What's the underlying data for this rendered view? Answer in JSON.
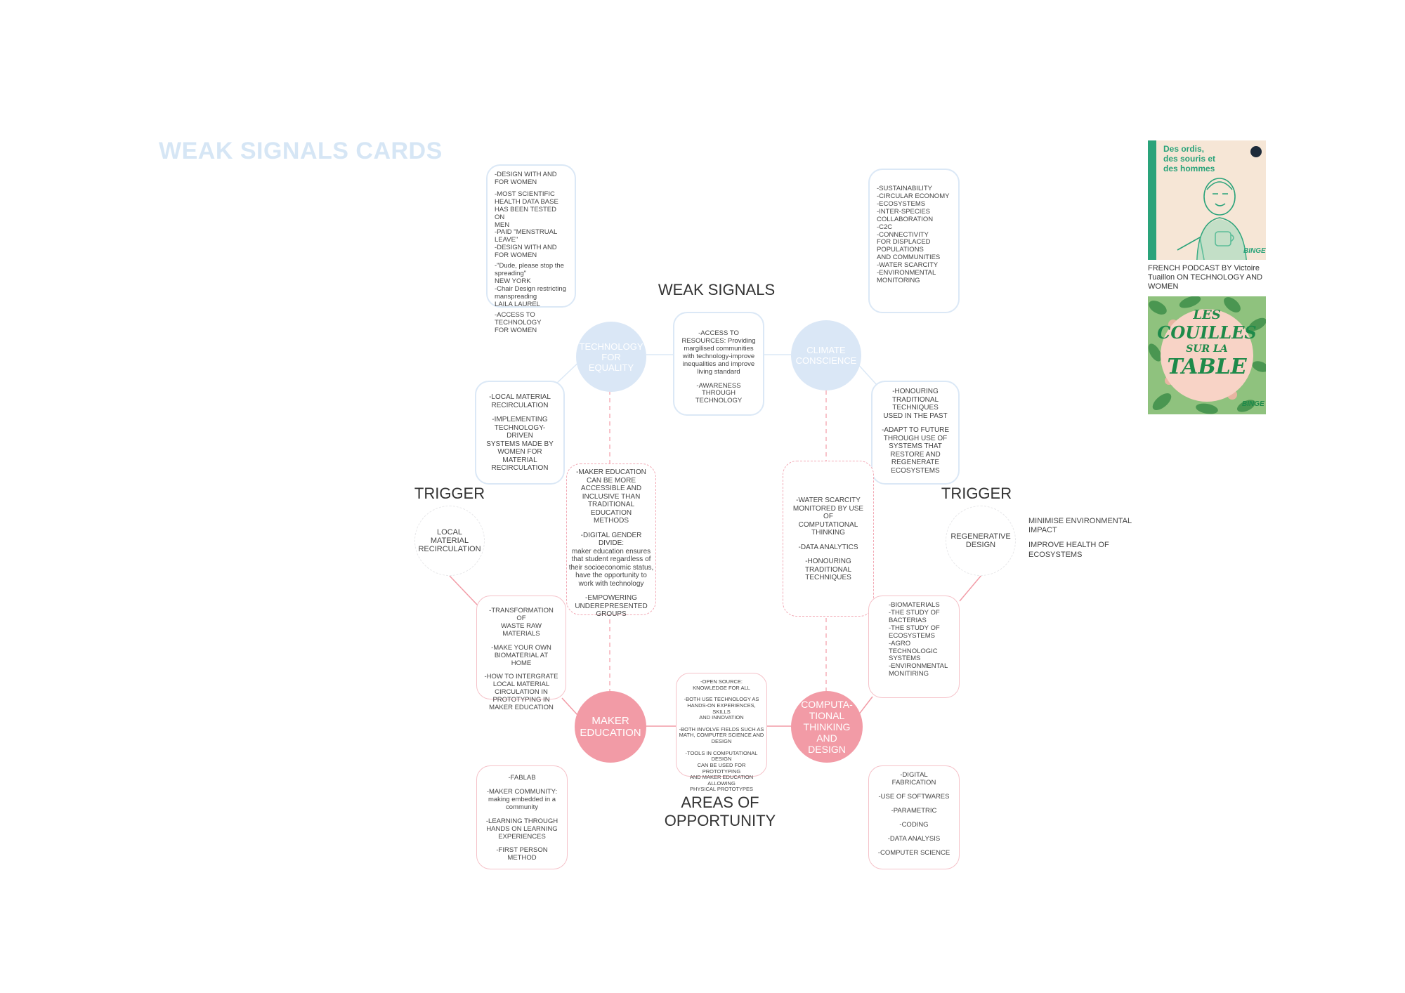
{
  "title": "WEAK SIGNALS CARDS",
  "labels": {
    "weak_signals": "WEAK SIGNALS",
    "trigger_left": "TRIGGER",
    "trigger_right": "TRIGGER",
    "areas_of_opportunity": "AREAS OF\nOPPORTUNITY"
  },
  "nodes": {
    "technology_for_equality": "TECHNOLOGY\nFOR EQUALITY",
    "climate_conscience": "CLIMATE\nCONSCIENCE",
    "maker_education": "MAKER\nEDUCATION",
    "computational_thinking": "COMPUTA-\nTIONAL\nTHINKING AND\nDESIGN",
    "trigger_local_material": "LOCAL MATERIAL\nRECIRCULATION",
    "trigger_regenerative": "REGENERATIVE\nDESIGN"
  },
  "cards": {
    "design_for_women": [
      "-DESIGN WITH AND\nFOR WOMEN",
      "-MOST SCIENTIFIC\nHEALTH DATA BASE\nHAS BEEN TESTED ON\nMEN\n-PAID \"MENSTRUAL LEAVE\"\n-DESIGN WITH AND\nFOR WOMEN",
      "-\"Dude, please stop the\nspreading\"\nNEW YORK\n-Chair Design restricting\nmanspreading\nLAILA LAUREL",
      "-ACCESS TO TECHNOLOGY\nFOR WOMEN"
    ],
    "sustainability": [
      "-SUSTAINABILITY\n-CIRCULAR ECONOMY\n-ECOSYSTEMS\n-INTER-SPECIES\nCOLLABORATION\n-C2C\n-CONNECTIVITY\nFOR DISPLACED\nPOPULATIONS\nAND COMMUNITIES\n-WATER SCARCITY\n-ENVIRONMENTAL\nMONITORING"
    ],
    "access_to_resources": [
      "-ACCESS TO\nRESOURCES: Providing\nmargilised communities\nwith technology-improve\ninequalities and improve\nliving standard",
      "-AWARENESS THROUGH\nTECHNOLOGY"
    ],
    "local_material_card": [
      "-LOCAL MATERIAL\nRECIRCULATION",
      "-IMPLEMENTING\nTECHNOLOGY-DRIVEN\nSYSTEMS MADE BY\nWOMEN FOR\nMATERIAL\nRECIRCULATION"
    ],
    "honouring_card": [
      "-HONOURING\nTRADITIONAL\nTECHNIQUES\nUSED IN THE PAST",
      "-ADAPT TO FUTURE\nTHROUGH USE OF\nSYSTEMS THAT\nRESTORE AND\nREGENERATE\nECOSYSTEMS"
    ],
    "maker_accessible": [
      "-MAKER EDUCATION\nCAN BE MORE\nACCESSIBLE AND\nINCLUSIVE THAN\nTRADITIONAL EDUCATION\nMETHODS",
      "-DIGITAL GENDER DIVIDE:\nmaker education ensures\nthat student regardless of\ntheir socioeconomic status,\nhave the opportunity to\nwork with technology",
      "-EMPOWERING\nUNDEREPRESENTED\nGROUPS"
    ],
    "water_scarcity": [
      "-WATER SCARCITY\nMONITORED BY USE OF\nCOMPUTATIONAL\nTHINKING",
      "-DATA ANALYTICS",
      "-HONOURING\nTRADITIONAL\nTECHNIQUES"
    ],
    "transformation": [
      "-TRANSFORMATION OF\nWASTE RAW MATERIALS",
      "-MAKE YOUR OWN\nBIOMATERIAL AT HOME",
      "-HOW TO INTERGRATE\nLOCAL MATERIAL\nCIRCULATION IN\nPROTOTYPING IN\nMAKER EDUCATION"
    ],
    "biomaterials": [
      "-BIOMATERIALS\n-THE STUDY OF\nBACTERIAS\n-THE STUDY OF\nECOSYSTEMS\n-AGRO\nTECHNOLOGIC\nSYSTEMS\n-ENVIRONMENTAL\nMONITIRING"
    ],
    "open_source": [
      "-OPEN SOURCE:\nKNOWLEDGE FOR ALL",
      "-BOTH USE TECHNOLOGY AS\nHANDS-ON EXPERIENCES, SKILLS\nAND INNOVATION",
      "-BOTH INVOLVE FIELDS SUCH AS\nMATH, COMPUTER SCIENCE AND\nDESIGN",
      "-TOOLS IN COMPUTATIONAL DESIGN\nCAN BE USED FOR PROTOTYPING\nAND MAKER EDUCATION ALLOWING\nPHYSICAL PROTOTYPES"
    ],
    "fablab": [
      "-FABLAB",
      "-MAKER COMMUNITY:\nmaking embedded in a\ncommunity",
      "-LEARNING THROUGH\nHANDS ON LEARNING\nEXPERIENCES",
      "-FIRST PERSON METHOD"
    ],
    "digital_fabrication": [
      "-DIGITAL\nFABRICATION",
      "-USE OF SOFTWARES",
      "-PARAMETRIC",
      "-CODING",
      "-DATA ANALYSIS",
      "-COMPUTER SCIENCE"
    ]
  },
  "side_notes": {
    "minimise": "MINIMISE ENVIRONMENTAL\nIMPACT",
    "improve": "IMPROVE HEALTH OF\nECOSYSTEMS"
  },
  "podcasts": {
    "cover1_title": "Des ordis,\ndes souris et\ndes hommes",
    "cover1_brand": "BINGE",
    "caption": "FRENCH PODCAST BY Victoire\nTuaillon ON TECHNOLOGY AND\nWOMEN",
    "cover2_title_1": "LES",
    "cover2_title_2": "COUILLES",
    "cover2_title_3": "SUR LA",
    "cover2_title_4": "TABLE",
    "cover2_brand": "BINGE"
  },
  "colors": {
    "blue_node": "#dae7f6",
    "pink_node": "#f29ba6",
    "title": "#d6e6f5",
    "podcast1_bg": "#f6e6d6",
    "podcast1_accent": "#2aa37a",
    "podcast2_bg": "#f8d3c6",
    "podcast2_accent": "#1e8a4a"
  }
}
